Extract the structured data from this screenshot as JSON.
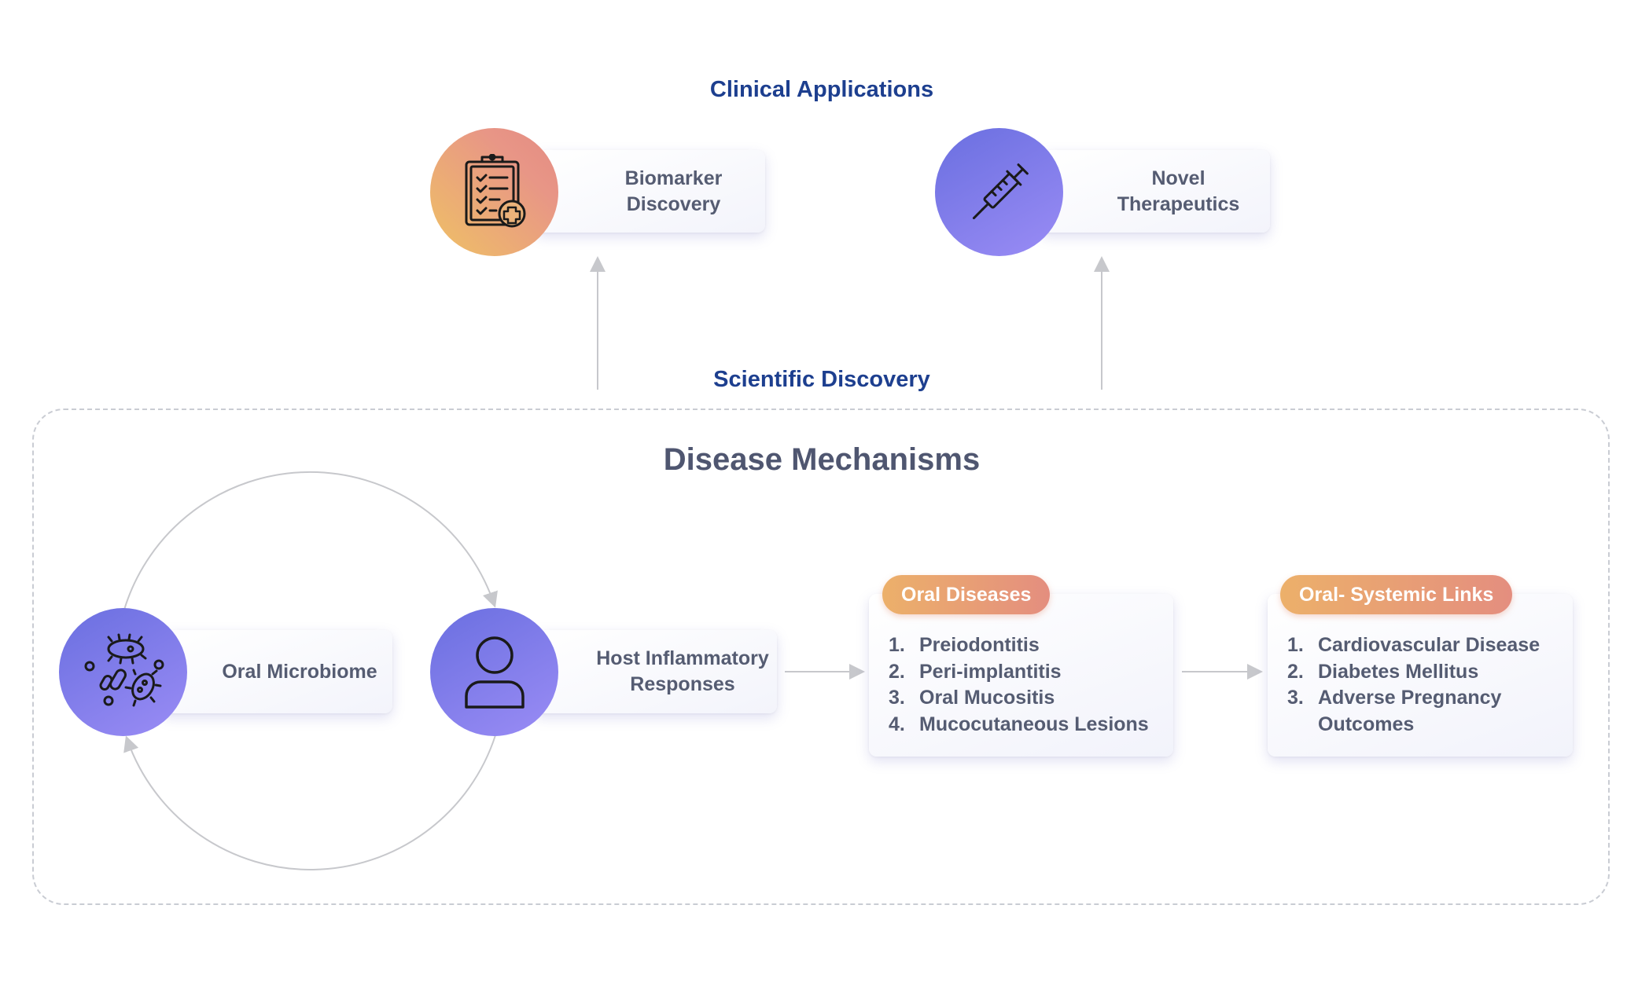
{
  "clinical": {
    "title": "Clinical Applications",
    "biomarker": {
      "line1": "Biomarker",
      "line2": "Discovery",
      "icon": "clipboard-medical-icon"
    },
    "therapeutics": {
      "line1": "Novel",
      "line2": "Therapeutics",
      "icon": "syringe-icon"
    }
  },
  "scientific": {
    "title": "Scientific Discovery"
  },
  "mechanisms": {
    "title": "Disease Mechanisms",
    "microbiome": {
      "label": "Oral Microbiome",
      "icon": "bacteria-icon"
    },
    "host": {
      "line1": "Host Inflammatory",
      "line2": "Responses",
      "icon": "person-icon"
    },
    "oral_diseases": {
      "title": "Oral Diseases",
      "items": [
        {
          "num": "1.",
          "text": "Preiodontitis"
        },
        {
          "num": "2.",
          "text": "Peri-implantitis"
        },
        {
          "num": "3.",
          "text": "Oral Mucositis"
        },
        {
          "num": "4.",
          "text": "Mucocutaneous Lesions"
        }
      ]
    },
    "systemic": {
      "title": "Oral- Systemic Links",
      "items": [
        {
          "num": "1.",
          "text": "Cardiovascular Disease"
        },
        {
          "num": "2.",
          "text": "Diabetes Mellitus"
        },
        {
          "num": "3.",
          "text": "Adverse Pregnancy"
        },
        {
          "num": "",
          "text": "Outcomes"
        }
      ]
    }
  },
  "colors": {
    "title_blue": "#1d3f8f",
    "circle_purple": "#7b7bea",
    "circle_orange": "#e9a877",
    "pill_orange": "#e89f76"
  }
}
